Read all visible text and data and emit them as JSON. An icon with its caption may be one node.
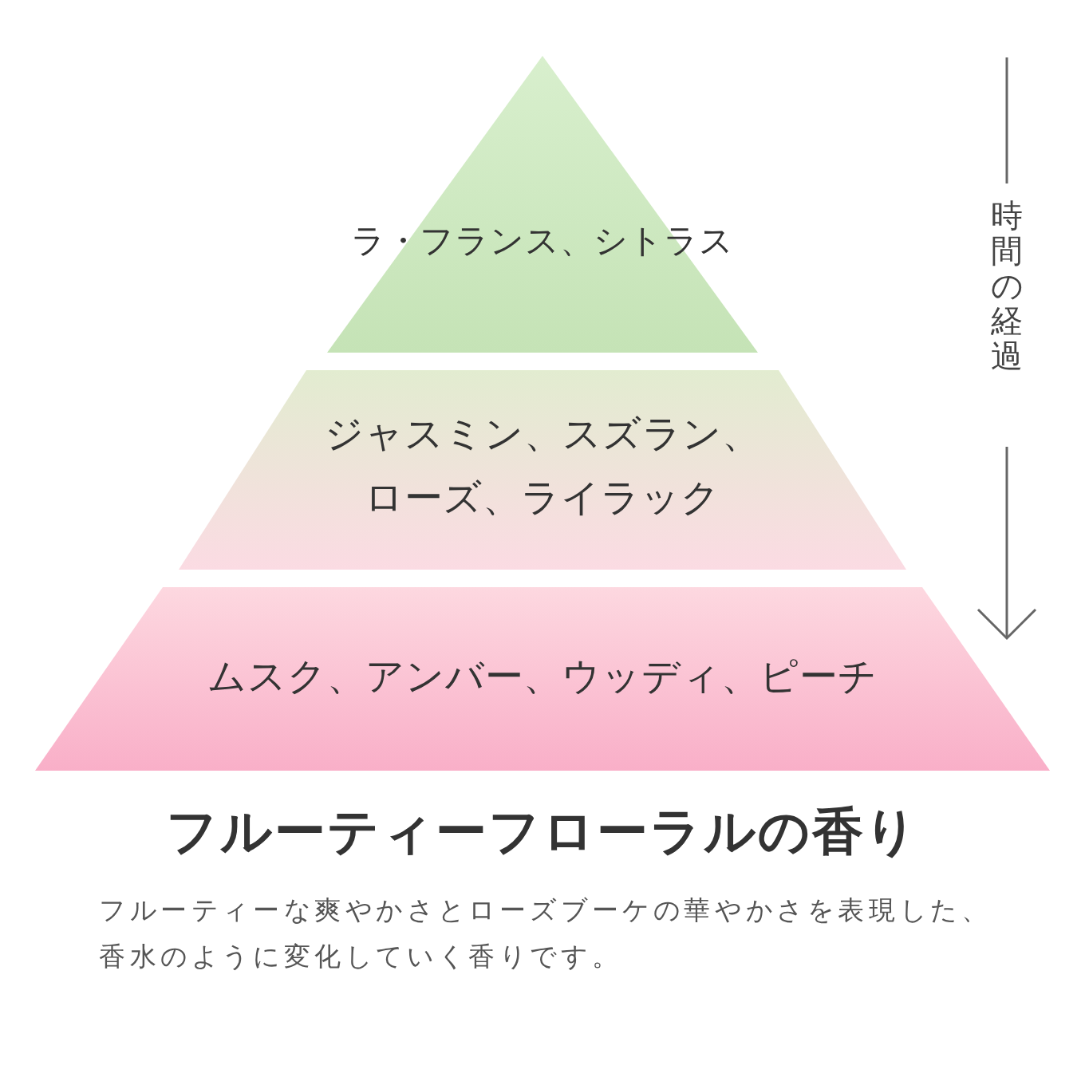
{
  "diagram": {
    "title": "フルーティーフローラルの香り",
    "caption": "フルーティーな爽やかさとローズブーケの華やかさを表現した、香水のように変化していく香りです。",
    "nodes": [
      {
        "text": [
          "ラ・フランス、シトラス"
        ]
      },
      {
        "text": [
          "ジャスミン、スズラン、ローズ、ライラック"
        ]
      },
      {
        "text": [
          "ムスク、アンバー、ウッディ、ピーチ"
        ]
      }
    ],
    "labels": [
      "時間の経過"
    ]
  }
}
